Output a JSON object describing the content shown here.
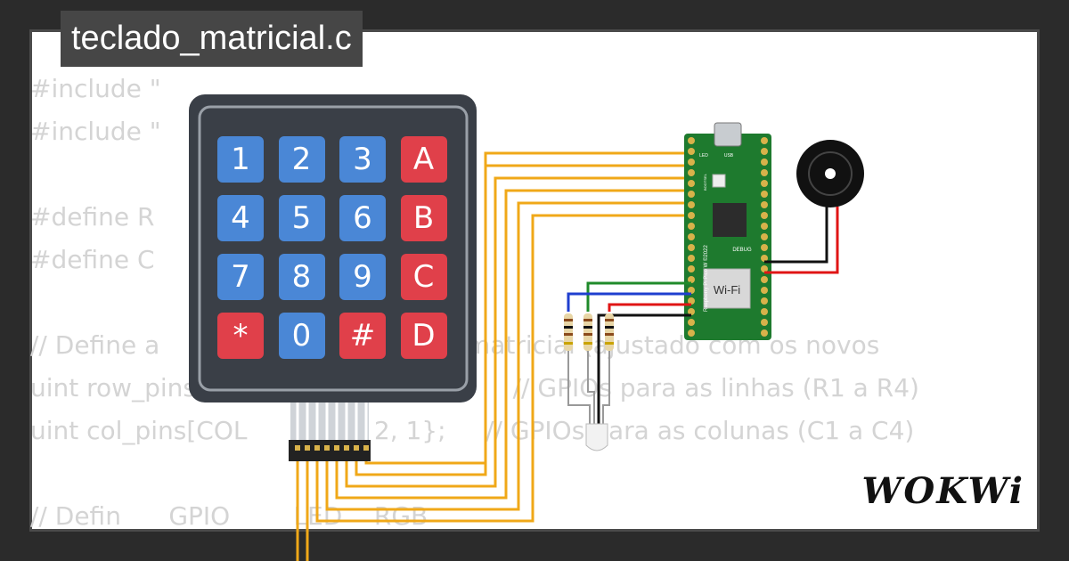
{
  "file_title": "teclado_matricial.c",
  "code_lines": [
    "#include \"",
    "#include \"",
    "",
    "#define R",
    "#define C",
    "",
    "// Define a                          teclado matricial (ajustado com os novos",
    "uint row_pins[RO          {8, 7, 6, 5};     // GPIOs para as linhas (R1 a R4)",
    "uint col_pins[COL          , 3, 2, 1};     // GPIOs para as colunas (C1 a C4)",
    "",
    "// Defin      GPIO        LED    RGB"
  ],
  "keypad": {
    "keys": [
      {
        "label": "1",
        "color": "blue"
      },
      {
        "label": "2",
        "color": "blue"
      },
      {
        "label": "3",
        "color": "blue"
      },
      {
        "label": "A",
        "color": "red"
      },
      {
        "label": "4",
        "color": "blue"
      },
      {
        "label": "5",
        "color": "blue"
      },
      {
        "label": "6",
        "color": "blue"
      },
      {
        "label": "B",
        "color": "red"
      },
      {
        "label": "7",
        "color": "blue"
      },
      {
        "label": "8",
        "color": "blue"
      },
      {
        "label": "9",
        "color": "blue"
      },
      {
        "label": "C",
        "color": "red"
      },
      {
        "label": "*",
        "color": "red"
      },
      {
        "label": "0",
        "color": "blue"
      },
      {
        "label": "#",
        "color": "red"
      },
      {
        "label": "D",
        "color": "red"
      }
    ]
  },
  "pico": {
    "wifi_label": "Wi-Fi",
    "debug_label": "DEBUG",
    "led_label": "LED",
    "usb_label": "USB",
    "bootsel_label": "BOOTSEL",
    "board_text": "Raspberry Pi Pico W ©2022"
  },
  "logo": "WOKWi",
  "colors": {
    "wire_orange": "#f0a818",
    "wire_green": "#1f8a2a",
    "wire_blue": "#1f3fcf",
    "wire_red": "#e01515",
    "wire_black": "#111111",
    "board_green": "#1e7a2e",
    "key_blue": "#4a87d6",
    "key_red": "#e0404a"
  }
}
